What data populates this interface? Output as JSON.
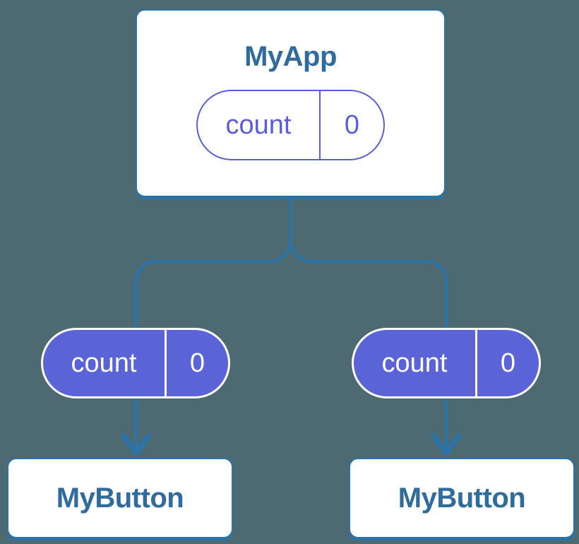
{
  "colors": {
    "background": "#4d6971",
    "line_blue": "#2d74a6",
    "title_blue": "#2f6b9d",
    "purple_fill": "#5a64d7",
    "purple_outline": "#5a5fd8",
    "node_bg": "#ffffff"
  },
  "diagram": {
    "type": "react-component-tree",
    "root": {
      "title": "MyApp",
      "state": {
        "key": "count",
        "value": "0"
      }
    },
    "children": [
      {
        "title": "MyButton",
        "state": {
          "key": "count",
          "value": "0"
        }
      },
      {
        "title": "MyButton",
        "state": {
          "key": "count",
          "value": "0"
        }
      }
    ]
  }
}
